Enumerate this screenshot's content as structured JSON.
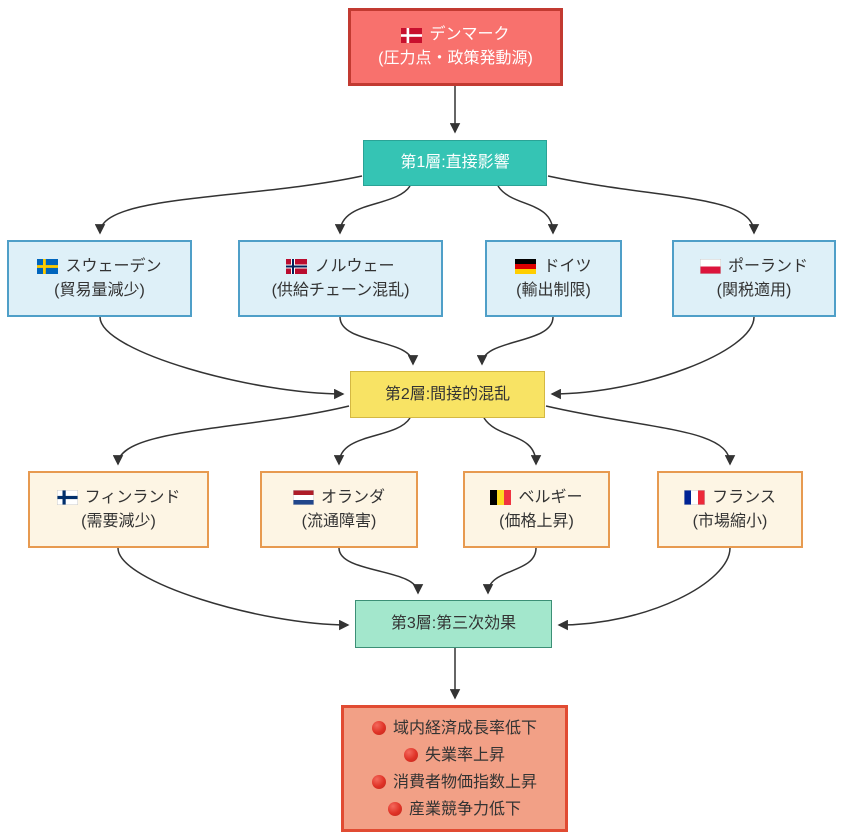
{
  "diagram": {
    "background": "#ffffff",
    "edge_color": "#333333",
    "source": {
      "flag_icon": "denmark-flag-icon",
      "name": "🇩🇰 デンマーク",
      "title": "デンマーク",
      "subtitle": "(圧力点・政策発動源)",
      "fill": "#f8716d",
      "border": "#c23a31"
    },
    "layers": [
      {
        "id": "layer1",
        "label": "第1層:直接影響",
        "fill": "#35c4b4",
        "border": "#2aa396"
      },
      {
        "id": "layer2",
        "label": "第2層:間接的混乱",
        "fill": "#f8e364",
        "border": "#d4b843"
      },
      {
        "id": "layer3",
        "label": "第3層:第三次効果",
        "fill": "#a3e7cc",
        "border": "#3c8f76"
      }
    ],
    "tier1": [
      {
        "flag_icon": "sweden-flag-icon",
        "title": "スウェーデン",
        "subtitle": "(貿易量減少)"
      },
      {
        "flag_icon": "norway-flag-icon",
        "title": "ノルウェー",
        "subtitle": "(供給チェーン混乱)"
      },
      {
        "flag_icon": "germany-flag-icon",
        "title": "ドイツ",
        "subtitle": "(輸出制限)"
      },
      {
        "flag_icon": "poland-flag-icon",
        "title": "ポーランド",
        "subtitle": "(関税適用)"
      }
    ],
    "tier1_style": {
      "fill": "#def0f8",
      "border": "#4f9fc8"
    },
    "tier2": [
      {
        "flag_icon": "finland-flag-icon",
        "title": "フィンランド",
        "subtitle": "(需要減少)"
      },
      {
        "flag_icon": "netherlands-flag-icon",
        "title": "オランダ",
        "subtitle": "(流通障害)"
      },
      {
        "flag_icon": "belgium-flag-icon",
        "title": "ベルギー",
        "subtitle": "(価格上昇)"
      },
      {
        "flag_icon": "france-flag-icon",
        "title": "フランス",
        "subtitle": "(市場縮小)"
      }
    ],
    "tier2_style": {
      "fill": "#fdf5e4",
      "border": "#e79a50"
    },
    "effects": {
      "bullet_icon": "red-circle-icon",
      "bullet_color": "#df3226",
      "items": [
        "域内経済成長率低下",
        "失業率上昇",
        "消費者物価指数上昇",
        "産業競争力低下"
      ],
      "fill": "#f2a086",
      "border": "#e14b32"
    }
  }
}
